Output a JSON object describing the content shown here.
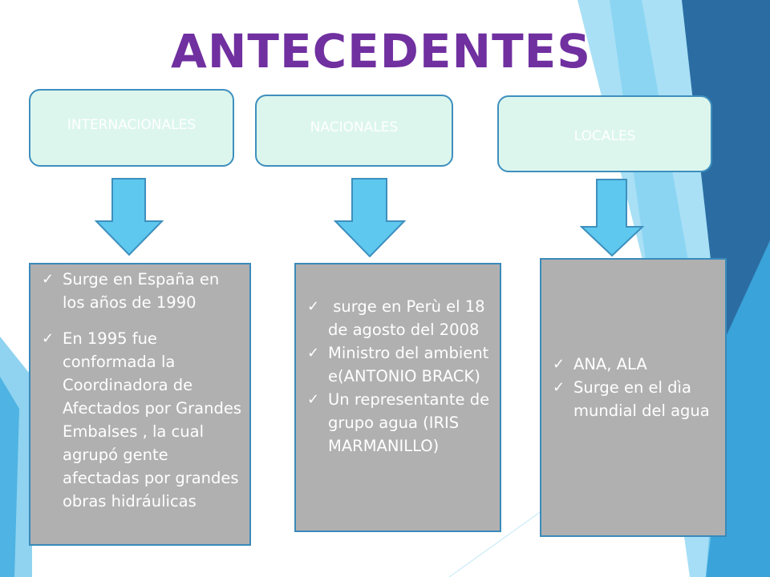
{
  "title": "ANTECEDENTES",
  "categories": [
    {
      "label": "INTERNACIONALES"
    },
    {
      "label": "NACIONALES"
    },
    {
      "label": "LOCALES"
    }
  ],
  "internacionales": [
    "Surge en España en los años de 1990",
    "En 1995 fue conformada la Coordinadora de Afectados por Grandes Embalses , la cual agrupó gente afectadas por grandes obras hidráulicas"
  ],
  "nacionales": [
    " surge en Perù el 18 de agosto del 2008",
    "Ministro del ambiente(ANTONIO BRACK)",
    "Un representante de grupo agua (IRIS MARMANILLO)"
  ],
  "locales": [
    "ANA, ALA",
    "Surge en el dìa mundial del agua"
  ],
  "colors": {
    "title": "#7030a0",
    "box_fill": "#dcf6ee",
    "arrow": "#5ec8ef",
    "info_fill": "#b0b0b0",
    "decor_blue": "#2b6da3"
  },
  "icons": {
    "bullet": "check-icon",
    "connector": "down-arrow-icon"
  }
}
